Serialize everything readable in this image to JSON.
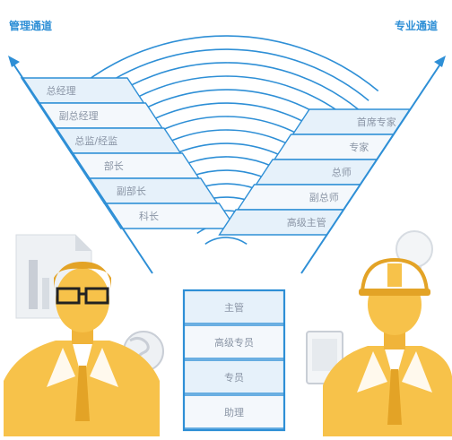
{
  "channels": {
    "management": "管理通道",
    "professional": "专业通道"
  },
  "management_levels": [
    "总经理",
    "副总经理",
    "总监/经监",
    "部长",
    "副部长",
    "科长"
  ],
  "professional_levels": [
    "首席专家",
    "专家",
    "总师",
    "副总师",
    "高级主管"
  ],
  "shared_levels": [
    "主管",
    "高级专员",
    "专员",
    "助理"
  ],
  "colors": {
    "blue": "#2e8fd6",
    "blue_light": "#e6f1fa",
    "blue_mid": "#cfe3f4",
    "person_yellow": "#f7c24a",
    "person_dark": "#e3a326",
    "gray": "#d7dce2"
  },
  "icons": [
    "document-icon",
    "globe-icon",
    "lightbulb-icon",
    "tablet-icon",
    "manager-avatar",
    "engineer-avatar"
  ]
}
